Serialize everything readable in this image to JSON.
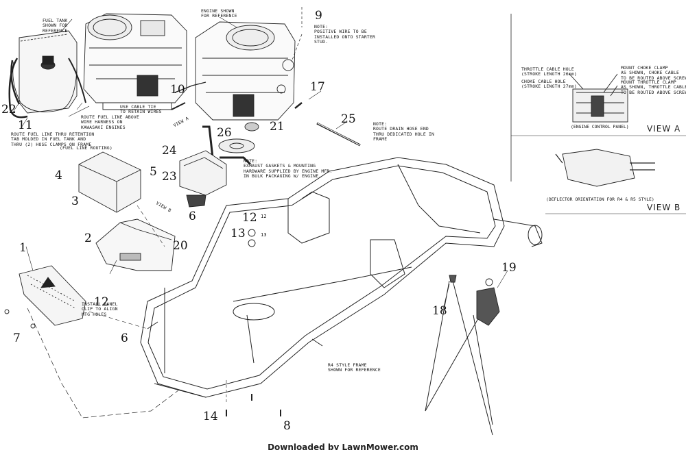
{
  "labels": {
    "fuel_tank_note": "FUEL TANK\nSHOWN FOR\nREFERENCE",
    "engine_note": "ENGINE SHOWN\nFOR REFERENCE",
    "starter_note": "NOTE:\nPOSITIVE WIRE TO BE\nINSTALLED ONTO STARTER\nSTUD.",
    "cable_tie_note": "USE CABLE TIE\nTO RETAIN WIRES",
    "route_above_note": "ROUTE FUEL LINE ABOVE\nWIRE HARNESS ON\nKAWASAKI ENGINES",
    "retention_note": "ROUTE FUEL LINE THRU RETENTION\nTAB MOLDED IN FUEL TANK AND\nTHRU (2) HOSE CLAMPS ON FRAME",
    "fuel_line_routing": "(FUEL LINE ROUTING)",
    "drain_note": "NOTE:\nROUTE DRAIN HOSE END\nTHRU DEDICATED HOLE IN\nFRAME",
    "exhaust_note": "NOTE:\nEXHAUST GASKETS & MOUNTING\nHARDWARE SUPPLIED BY ENGINE MFR.\nIN BULK PACKAGING W/ ENGINE.",
    "view_a_arrow": "VIEW A",
    "view_b_arrow": "VIEW B",
    "panel_note": "INSTALL PANEL\nCLIP TO ALIGN\nMTG HOLES",
    "frame_note": "R4 STYLE FRAME\nSHOWN FOR REFERENCE"
  },
  "view_a": {
    "title": "VIEW A",
    "caption": "(ENGINE CONTROL PANEL)",
    "throttle_hole": "THROTTLE CABLE HOLE\n(STROKE LENGTH 26mm)",
    "choke_hole": "CHOKE CABLE HOLE\n(STROKE LENGTH 27mm)",
    "choke_clamp": "MOUNT CHOKE CLAMP\nAS SHOWN, CHOKE CABLE\nTO BE ROUTED ABOVE SCREW",
    "throttle_clamp": "MOUNT THROTTLE CLAMP\nAS SHOWN, THROTTLE CABLE\nTO BE ROUTED ABOVE SCREW"
  },
  "view_b": {
    "title": "VIEW B",
    "caption": "(DEFLECTOR ORIENTATION FOR R4 & R5 STYLE)"
  },
  "callouts": {
    "c1": "1",
    "c2": "2",
    "c3": "3",
    "c4": "4",
    "c5": "5",
    "c6a": "6",
    "c6b": "6",
    "c7": "7",
    "c8": "8",
    "c9": "9",
    "c10": "10",
    "c11": "11",
    "c12a": "12",
    "c12b": "12",
    "c13": "13",
    "c14": "14",
    "c17": "17",
    "c18": "18",
    "c19": "19",
    "c20": "20",
    "c21": "21",
    "c22": "22",
    "c23": "23",
    "c24": "24",
    "c25": "25",
    "c26": "26",
    "c12s": "12",
    "c13s": "13"
  },
  "footer": "Downloaded by LawnMower.com"
}
